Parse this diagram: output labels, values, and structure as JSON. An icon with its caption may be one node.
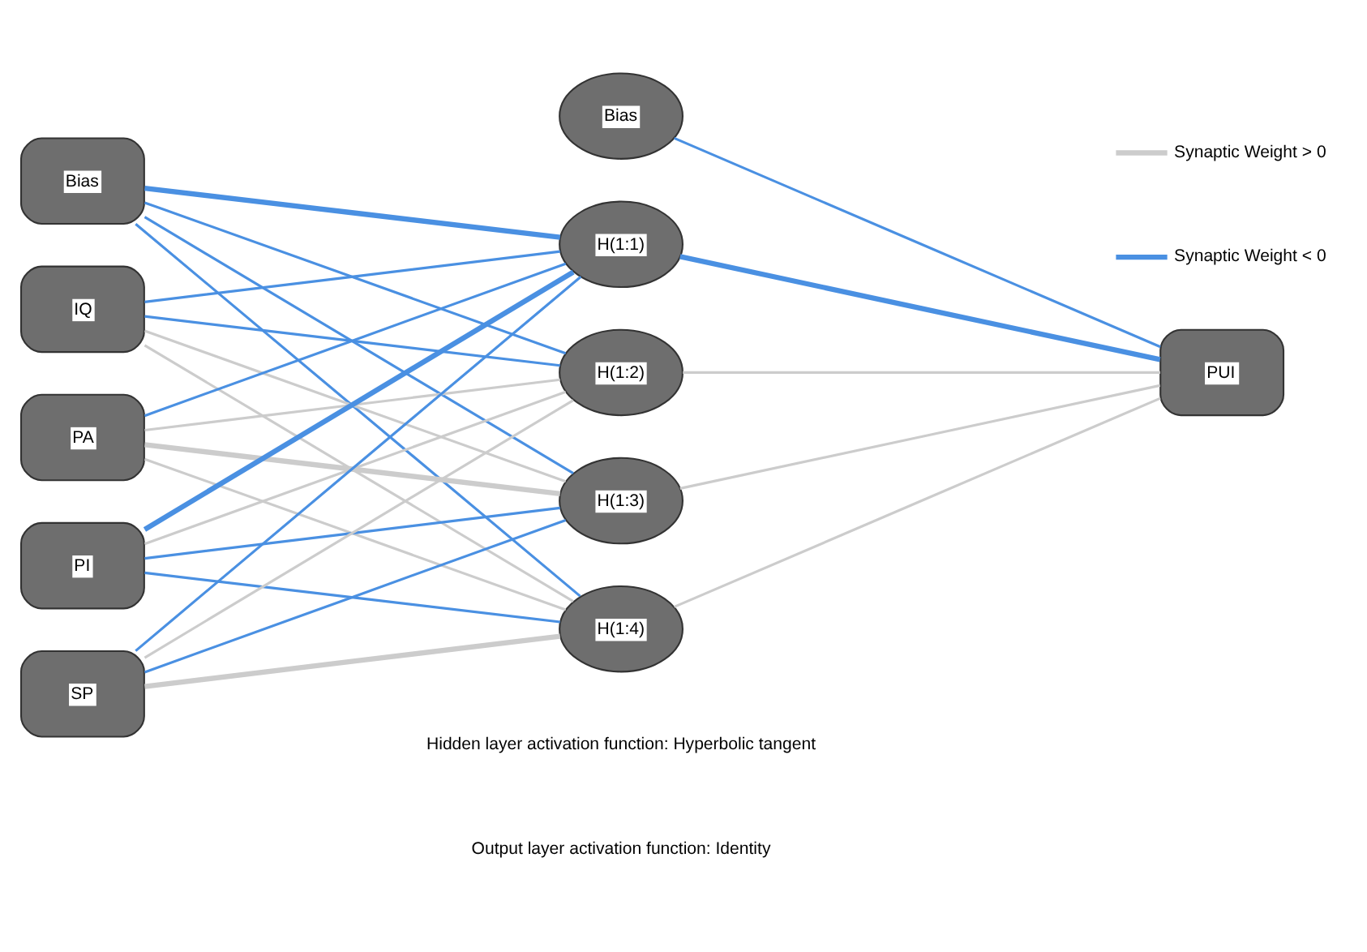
{
  "diagram": {
    "nodes": [
      {
        "text": [
          "Bias"
        ]
      },
      {
        "text": [
          "IQ"
        ]
      },
      {
        "text": [
          "PA"
        ]
      },
      {
        "text": [
          "PI"
        ]
      },
      {
        "text": [
          "SP"
        ]
      },
      {
        "text": [
          "Bias"
        ]
      },
      {
        "text": [
          "H(1:1)"
        ]
      },
      {
        "text": [
          "H(1:2)"
        ]
      },
      {
        "text": [
          "H(1:3)"
        ]
      },
      {
        "text": [
          "H(1:4)"
        ]
      },
      {
        "text": [
          "PUI"
        ]
      }
    ],
    "edges": [
      {
        "from": 0,
        "to": 6,
        "arrow": "none",
        "style": "thick"
      },
      {
        "from": 0,
        "to": 7,
        "arrow": "none"
      },
      {
        "from": 0,
        "to": 8,
        "arrow": "none"
      },
      {
        "from": 0,
        "to": 9,
        "arrow": "none"
      },
      {
        "from": 1,
        "to": 6,
        "arrow": "none"
      },
      {
        "from": 1,
        "to": 7,
        "arrow": "none"
      },
      {
        "from": 1,
        "to": 8,
        "arrow": "none",
        "color": "#cccccc"
      },
      {
        "from": 1,
        "to": 9,
        "arrow": "none",
        "color": "#cccccc"
      },
      {
        "from": 2,
        "to": 6,
        "arrow": "none"
      },
      {
        "from": 2,
        "to": 7,
        "arrow": "none",
        "color": "#cccccc"
      },
      {
        "from": 2,
        "to": 8,
        "arrow": "none",
        "style": "thick",
        "color": "#cccccc"
      },
      {
        "from": 2,
        "to": 9,
        "arrow": "none",
        "color": "#cccccc"
      },
      {
        "from": 3,
        "to": 6,
        "arrow": "none",
        "style": "thick"
      },
      {
        "from": 3,
        "to": 7,
        "arrow": "none",
        "color": "#cccccc"
      },
      {
        "from": 3,
        "to": 8,
        "arrow": "none"
      },
      {
        "from": 3,
        "to": 9,
        "arrow": "none"
      },
      {
        "from": 4,
        "to": 6,
        "arrow": "none"
      },
      {
        "from": 4,
        "to": 7,
        "arrow": "none",
        "color": "#cccccc"
      },
      {
        "from": 4,
        "to": 8,
        "arrow": "none"
      },
      {
        "from": 4,
        "to": 9,
        "arrow": "none",
        "style": "thick",
        "color": "#cccccc"
      },
      {
        "from": 5,
        "to": 10,
        "arrow": "none"
      },
      {
        "from": 6,
        "to": 10,
        "arrow": "none",
        "style": "thick"
      },
      {
        "from": 7,
        "to": 10,
        "arrow": "none",
        "color": "#cccccc"
      },
      {
        "from": 8,
        "to": 10,
        "arrow": "none",
        "color": "#cccccc"
      },
      {
        "from": 9,
        "to": 10,
        "arrow": "none",
        "color": "#cccccc"
      }
    ],
    "labels": [
      "Hidden layer activation function: Hyperbolic tangent",
      "Output layer activation function: Identity"
    ],
    "legend": [
      {
        "text": "Synaptic Weight > 0"
      },
      {
        "text": "Synaptic Weight < 0"
      }
    ]
  }
}
